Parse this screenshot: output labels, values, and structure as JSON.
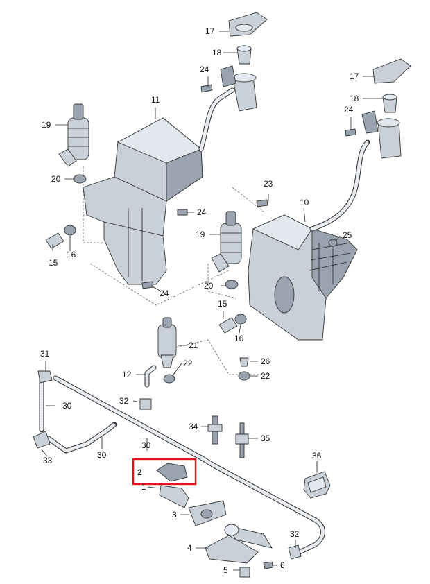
{
  "callouts": {
    "c17a": "17",
    "c18a": "18",
    "c24a": "24",
    "c11": "11",
    "c19a": "19",
    "c20a": "20",
    "c24b": "24",
    "c15a": "15",
    "c16a": "16",
    "c24c": "24",
    "c17b": "17",
    "c18b": "18",
    "c24d": "24",
    "c23": "23",
    "c10": "10",
    "c25": "25",
    "c19b": "19",
    "c20b": "20",
    "c15b": "15",
    "c16b": "16",
    "c21": "21",
    "c12": "12",
    "c22a": "22",
    "c26": "26",
    "c22b": "22",
    "c31": "31",
    "c30a": "30",
    "c32a": "32",
    "c33": "33",
    "c30b": "30",
    "c30c": "30",
    "c34": "34",
    "c35": "35",
    "c36": "36",
    "c2": "2",
    "c1": "1",
    "c3": "3",
    "c4": "4",
    "c32b": "32",
    "c5": "5",
    "c6": "6"
  },
  "highlight": {
    "part": "2",
    "color": "#e8141b"
  },
  "colors": {
    "part_fill": "#c9d0d8",
    "outline": "#333333"
  }
}
